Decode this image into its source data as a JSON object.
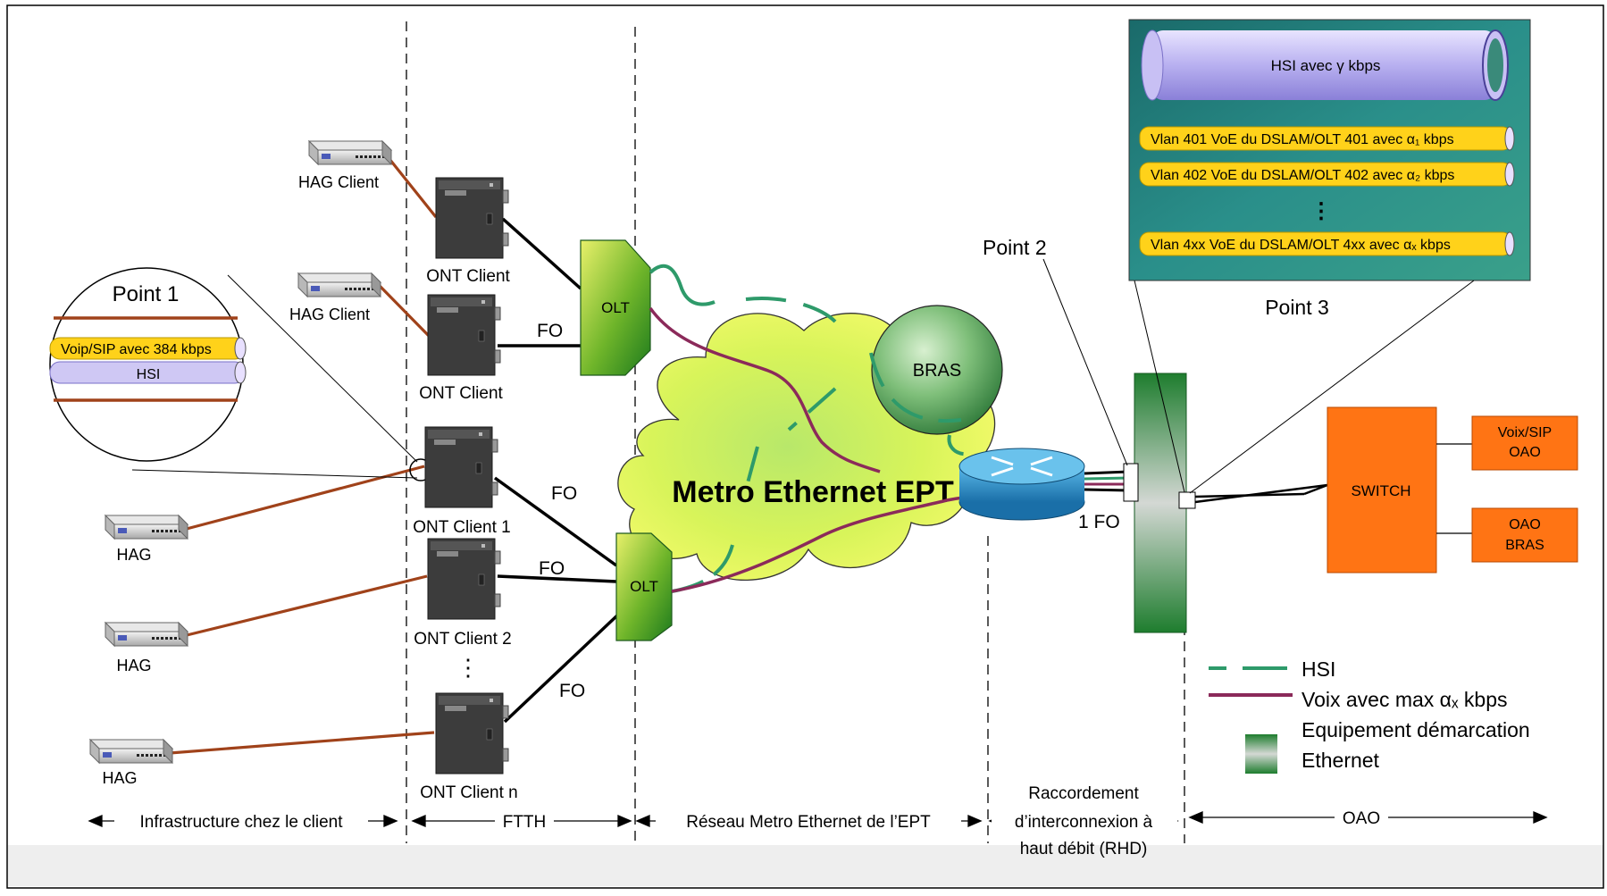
{
  "point1": {
    "title": "Point 1",
    "voip_label": "Voip/SIP avec 384 kbps",
    "hsi_label": "HSI"
  },
  "point2": {
    "title": "Point 2"
  },
  "point3": {
    "title": "Point 3",
    "hsi_label": "HSI avec γ kbps",
    "vlans": [
      {
        "label": "Vlan 401 VoE du DSLAM/OLT 401 avec α₁ kbps"
      },
      {
        "label": "Vlan 402 VoE du DSLAM/OLT 402 avec α₂ kbps"
      },
      {
        "label": "Vlan 4xx VoE du DSLAM/OLT 4xx avec αₓ kbps"
      }
    ],
    "ellipsis": "⋮"
  },
  "devices": {
    "hag_client_1": "HAG Client",
    "hag_client_2": "HAG Client",
    "hag_1": "HAG",
    "hag_2": "HAG",
    "hag_3": "HAG",
    "ont_client_a": "ONT Client",
    "ont_client_b": "ONT Client",
    "ont_client_1": "ONT Client 1",
    "ont_client_2": "ONT Client 2",
    "ont_client_n": "ONT Client  n",
    "ont_ellipsis": "⋮",
    "olt_top": "OLT",
    "olt_bottom": "OLT",
    "bras": "BRAS",
    "switch": "SWITCH",
    "voix_sip_oao": [
      "Voix/SIP",
      "OAO"
    ],
    "oao_bras": [
      "OAO",
      "BRAS"
    ]
  },
  "links": {
    "fo_top": "FO",
    "fo_1": "FO",
    "fo_2": "FO",
    "fo_n": "FO",
    "one_fo": "1 FO"
  },
  "cloud": {
    "label": "Metro Ethernet EPT"
  },
  "legend": {
    "hsi": "HSI",
    "voix": "Voix avec max αₓ kbps",
    "equip_line1": "Equipement démarcation",
    "equip_line2": "Ethernet",
    "colors": {
      "hsi": "#2e9a6a",
      "voix": "#8b2a5a",
      "equip": "#1e7d2e"
    }
  },
  "zones": {
    "infra": "Infrastructure chez le client",
    "ftth": "FTTH",
    "metro": "Réseau Metro Ethernet de l’EPT",
    "rhd_line1": "Raccordement",
    "rhd_line2": "d’interconnexion à",
    "rhd_line3": "haut débit (RHD)",
    "oao": "OAO"
  }
}
